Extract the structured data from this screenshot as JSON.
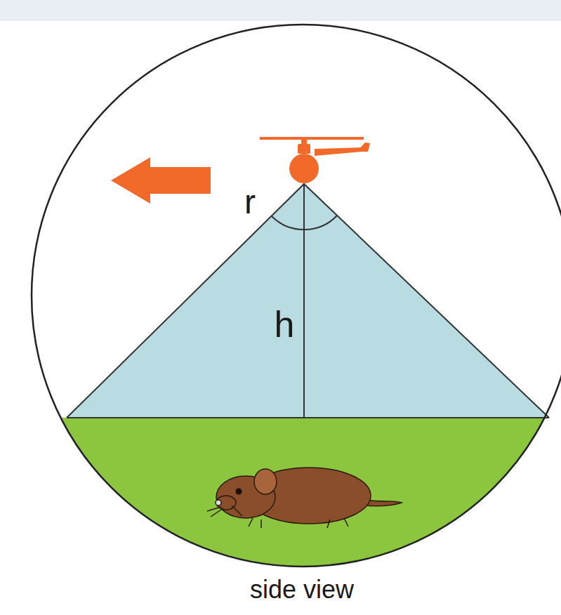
{
  "diagram": {
    "caption": "side view",
    "labels": [
      "r",
      "h"
    ]
  }
}
